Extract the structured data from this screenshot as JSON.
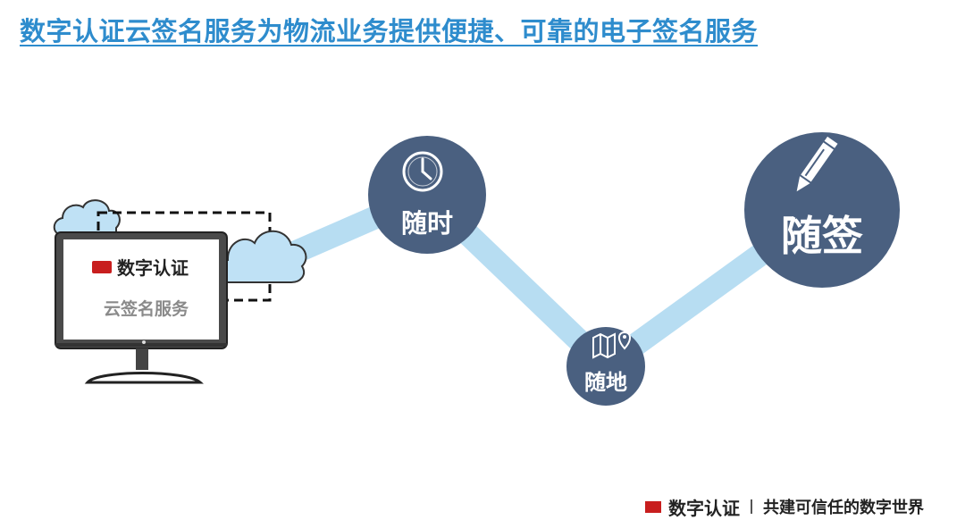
{
  "title": "数字认证云签名服务为物流业务提供便捷、可靠的电子签名服务",
  "monitor": {
    "brand": "数字认证",
    "service": "云签名服务"
  },
  "nodes": [
    {
      "label": "随时",
      "icon": "clock-icon"
    },
    {
      "label": "随地",
      "icon": "map-pin-icon"
    },
    {
      "label": "随签",
      "icon": "pencil-icon"
    }
  ],
  "colors": {
    "title": "#2e8ccd",
    "node_fill": "#4a6080",
    "connector": "#b7ddf2",
    "cloud_fill": "#bfe1f5",
    "brand_red": "#c81e1e"
  },
  "footer": {
    "brand": "数字认证",
    "slogan": "共建可信任的数字世界"
  }
}
